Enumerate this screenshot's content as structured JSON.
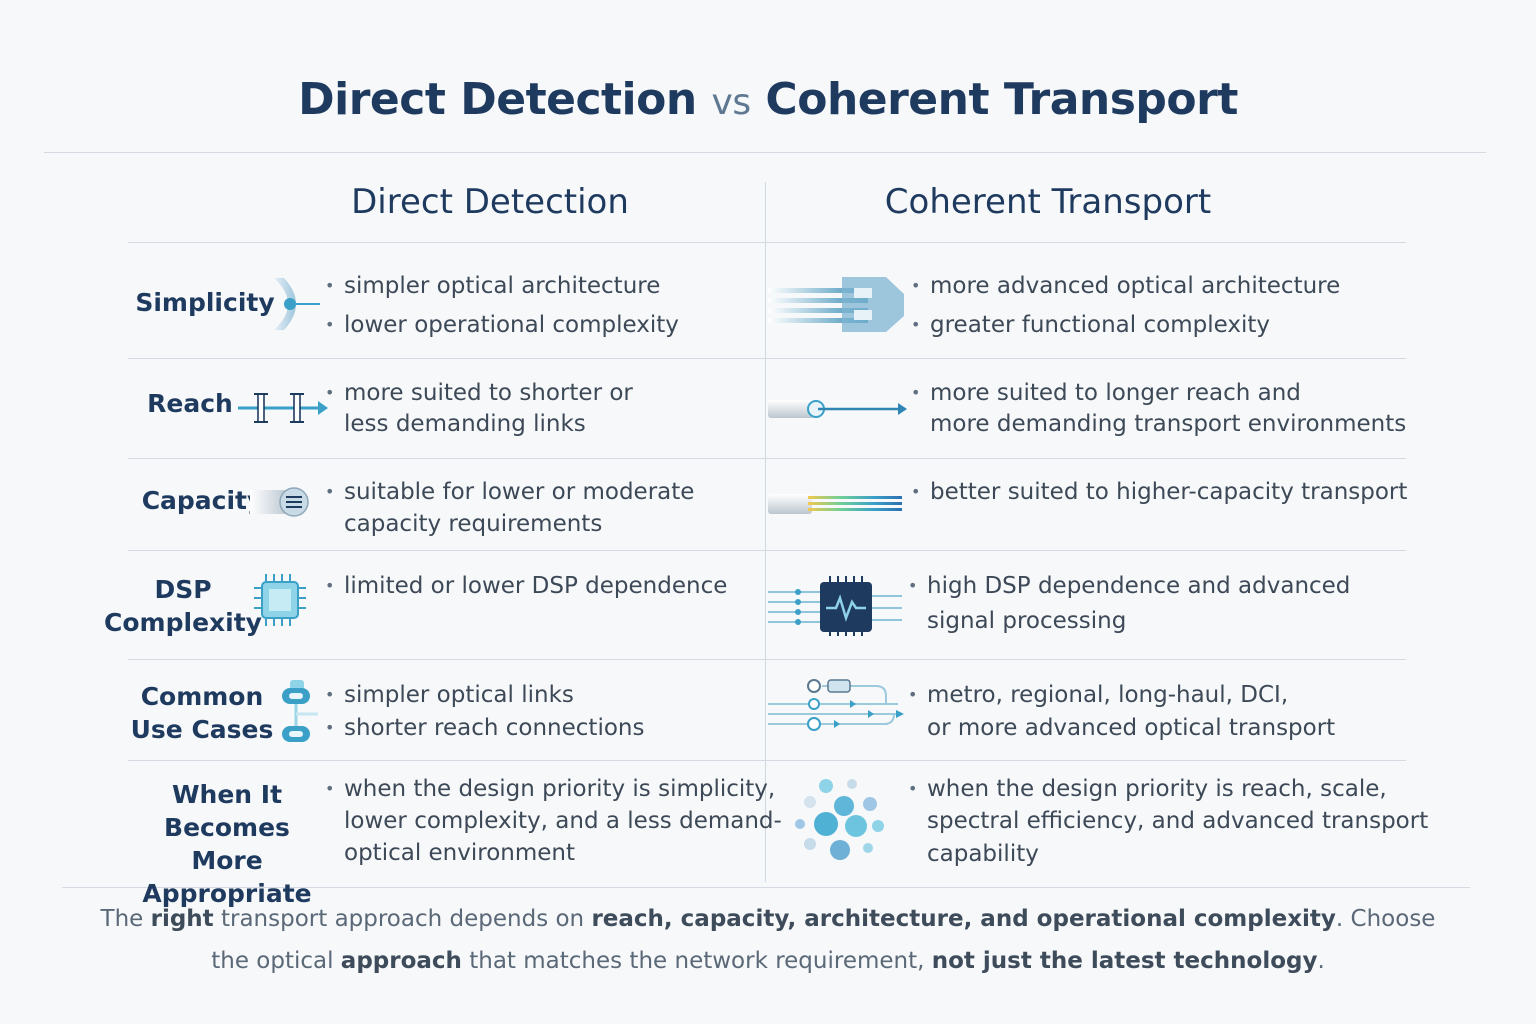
{
  "title": {
    "left": "Direct Detection",
    "vs": "vs",
    "right": "Coherent Transport"
  },
  "columns": {
    "direct": "Direct Detection",
    "coherent": "Coherent Transport"
  },
  "rows": [
    {
      "label_lines": [
        "Simplicity"
      ],
      "direct": [
        "simpler optical architecture",
        "lower operational complexity"
      ],
      "coherent": [
        "more advanced optical architecture",
        "greater functional complexity"
      ]
    },
    {
      "label_lines": [
        "Reach"
      ],
      "direct": [
        "more suited to shorter or",
        "less demanding links"
      ],
      "coherent": [
        "more suited to longer reach and",
        "more demanding transport environments"
      ]
    },
    {
      "label_lines": [
        "Capacity"
      ],
      "direct": [
        "suitable for lower or moderate",
        "capacity requirements"
      ],
      "coherent": [
        "better suited to higher-capacity transport"
      ]
    },
    {
      "label_lines": [
        "DSP",
        "Complexity"
      ],
      "direct": [
        "limited or lower DSP dependence"
      ],
      "coherent": [
        "high DSP dependence and advanced",
        "signal processing"
      ]
    },
    {
      "label_lines": [
        "Common",
        "Use Cases"
      ],
      "direct": [
        "simpler optical links",
        "shorter reach connections"
      ],
      "coherent": [
        "metro, regional, long-haul, DCI,",
        "or more advanced optical transport"
      ]
    },
    {
      "label_lines": [
        "When It",
        "Becomes More",
        "Appropriate"
      ],
      "direct": [
        "when the design priority is simplicity,",
        "lower complexity, and a less demand-",
        "optical environment"
      ],
      "coherent": [
        "when the design priority is reach, scale,",
        "spectral efficiency, and advanced transport",
        "capability"
      ]
    }
  ],
  "footer": {
    "p1": "The ",
    "b1": "right",
    "p2": " transport approach depends on ",
    "b2": "reach, capacity, architecture, and operational complexity",
    "p3": ". Choose the optical ",
    "b3": "approach",
    "p4": " that matches the network requirement, ",
    "b4": "not just the latest technology",
    "p5": "."
  },
  "colors": {
    "navy": "#1f3a5f",
    "teal": "#3aa0c8",
    "light_teal": "#8fd3e8"
  },
  "icons": [
    "lens-icon",
    "fiber-bundle-icon",
    "connector-icon",
    "long-fiber-icon",
    "fiber-icon",
    "spectrum-fiber-icon",
    "chip-icon",
    "dsp-chip-icon",
    "pill-connector-icon",
    "network-nodes-icon",
    "dot-cluster-icon"
  ]
}
